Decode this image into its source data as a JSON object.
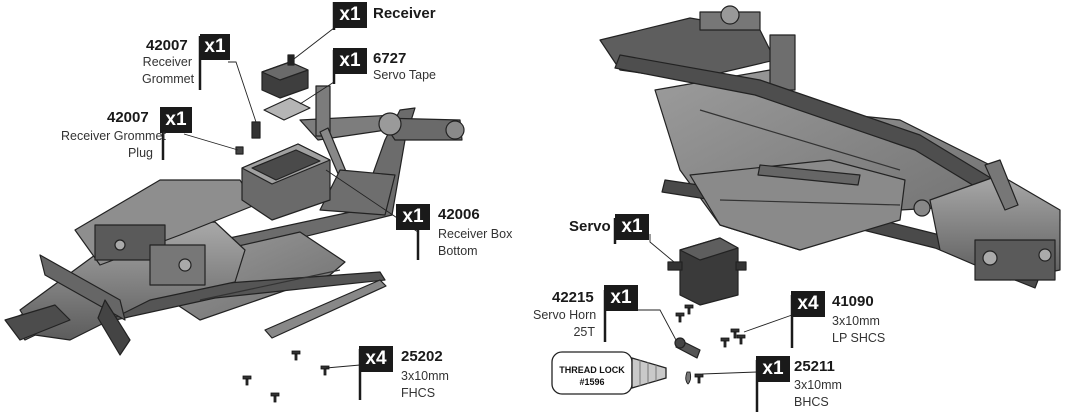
{
  "callouts": {
    "receiver": {
      "qty": "x1",
      "part": "Receiver"
    },
    "servo_tape": {
      "qty": "x1",
      "part": "6727",
      "desc": [
        "Servo Tape"
      ]
    },
    "receiver_grommet": {
      "qty": "x1",
      "part": "42007",
      "desc": [
        "Receiver",
        "Grommet"
      ]
    },
    "receiver_grommet_plug": {
      "qty": "x1",
      "part": "42007",
      "desc": [
        "Receiver Grommet",
        "Plug"
      ]
    },
    "receiver_box_bottom": {
      "qty": "x1",
      "part": "42006",
      "desc": [
        "Receiver Box",
        "Bottom"
      ]
    },
    "fhcs": {
      "qty": "x4",
      "part": "25202",
      "desc": [
        "3x10mm",
        "FHCS"
      ]
    },
    "servo": {
      "qty": "x1",
      "part": "Servo"
    },
    "servo_horn": {
      "qty": "x1",
      "part": "42215",
      "desc": [
        "Servo Horn",
        "25T"
      ]
    },
    "lp_shcs": {
      "qty": "x4",
      "part": "41090",
      "desc": [
        "3x10mm",
        "LP SHCS"
      ]
    },
    "bhcs": {
      "qty": "x1",
      "part": "25211",
      "desc": [
        "3x10mm",
        "BHCS"
      ]
    }
  },
  "thread_lock": {
    "line1": "THREAD LOCK",
    "line2": "#1596"
  },
  "colors": {
    "ink": "#1a1a1a",
    "frame": "#7a7a7a",
    "frame_dark": "#4a4a4a",
    "frame_light": "#b8b8b8"
  }
}
